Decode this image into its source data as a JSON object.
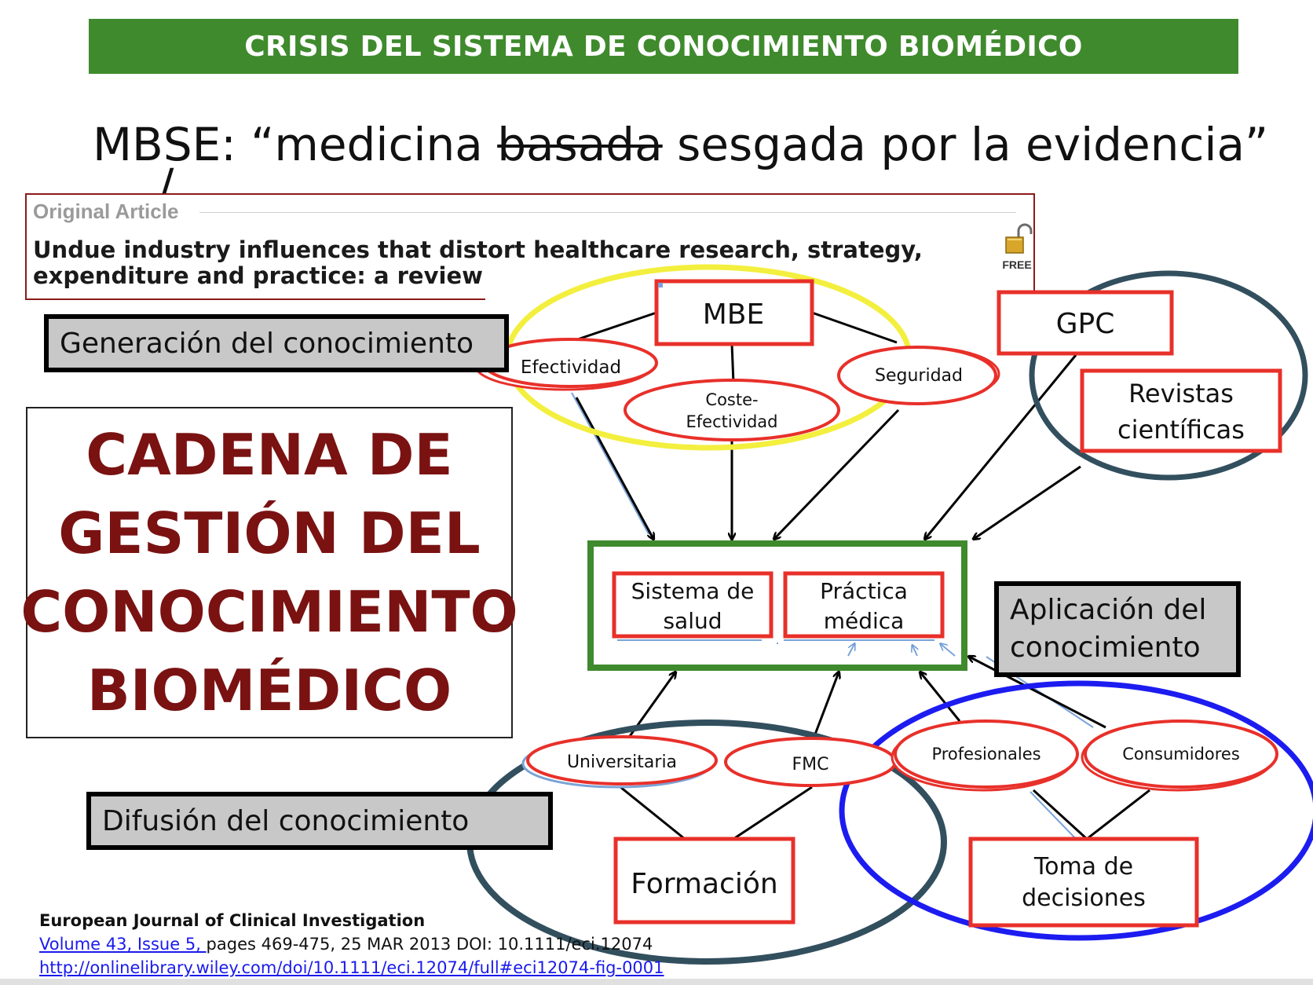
{
  "banner": {
    "title": "CRISIS DEL SISTEMA DE CONOCIMIENTO BIOMÉDICO"
  },
  "headline": {
    "prefix": "MB",
    "mark": "/",
    "after_mark": "SE: “medicina ",
    "struck": "basada",
    "rest": " sesgada por la evidencia”"
  },
  "article": {
    "kicker": "Original Article",
    "title_line1": "Undue industry influences that distort healthcare research, strategy,",
    "title_line2": "expenditure and practice: a review",
    "free_label": "FREE"
  },
  "labels": {
    "generacion": "Generación del conocimiento",
    "aplicacion_line1": "Aplicación del",
    "aplicacion_line2": "conocimiento",
    "difusion": "Difusión del conocimiento"
  },
  "cadena": {
    "line1": "CADENA DE",
    "line2": "GESTIÓN DEL",
    "line3": "CONOCIMIENTO",
    "line4": "BIOMÉDICO"
  },
  "diagram": {
    "mbe": "MBE",
    "gpc": "GPC",
    "revistas_line1": "Revistas",
    "revistas_line2": "científicas",
    "efectividad": "Efectividad",
    "coste_line1": "Coste-",
    "coste_line2": "Efectividad",
    "seguridad": "Seguridad",
    "sistema_line1": "Sistema de",
    "sistema_line2": "salud",
    "practica_line1": "Práctica",
    "practica_line2": "médica",
    "universitaria": "Universitaria",
    "fmc": "FMC",
    "profesionales": "Profesionales",
    "consumidores": "Consumidores",
    "formacion": "Formación",
    "toma_line1": "Toma de",
    "toma_line2": "decisiones"
  },
  "credits": {
    "journal": "European Journal of Clinical Investigation",
    "volume_link": "Volume 43, Issue 5, ",
    "pages": "pages 469-475, 25 MAR 2013 DOI: 10.1111/eci.12074",
    "url": "http://onlinelibrary.wiley.com/doi/10.1111/eci.12074/full#eci12074-fig-0001"
  },
  "colors": {
    "banner_green": "#3f8a2d",
    "red": "#e8302a",
    "yellow": "#f3ef3e",
    "slate": "#324f5e",
    "blue": "#1c1cf0",
    "green_box": "#3f8a2d",
    "dark_red_text": "#7a1212"
  }
}
